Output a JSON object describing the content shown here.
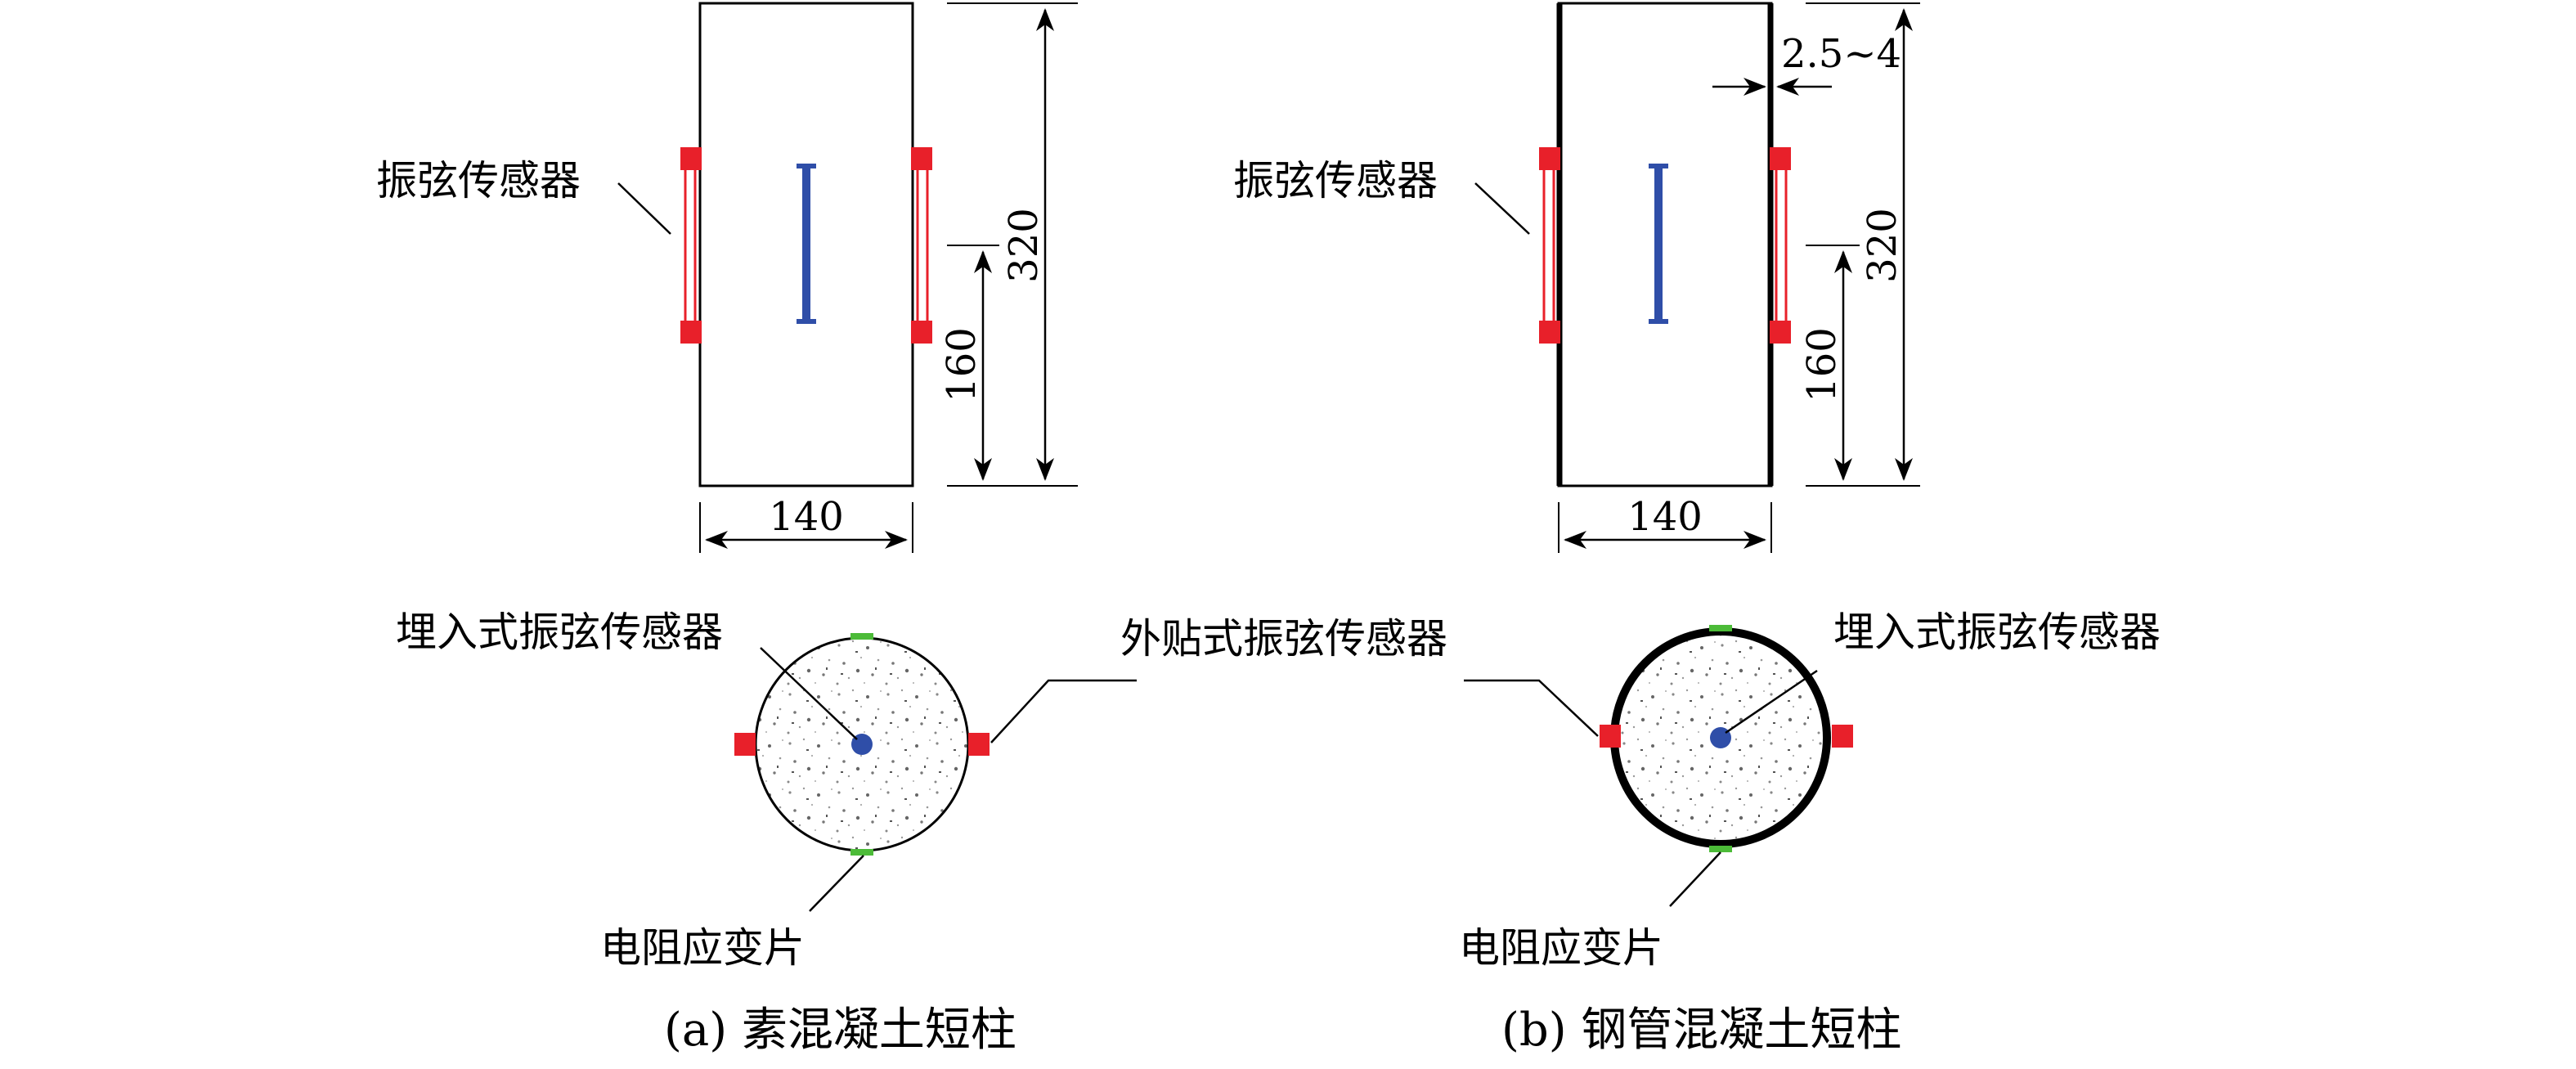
{
  "panels": {
    "a": {
      "caption": "(a) 素混凝土短柱",
      "label_top": "振弦传感器",
      "label_embedded": "埋入式振弦传感器",
      "label_gauge": "电阻应变片",
      "dim_width": "140",
      "dim_half": "160",
      "dim_height": "320"
    },
    "b": {
      "caption": "(b) 钢管混凝土短柱",
      "label_top": "振弦传感器",
      "label_embedded": "埋入式振弦传感器",
      "label_gauge": "电阻应变片",
      "dim_width": "140",
      "dim_half": "160",
      "dim_height": "320",
      "dim_wall": "2.5~4"
    },
    "shared_label_external": "外贴式振弦传感器"
  },
  "colors": {
    "sensor_red": "#e8202a",
    "embedded_blue": "#2f4ea8",
    "gauge_green": "#4cbb38",
    "line": "#000000"
  }
}
